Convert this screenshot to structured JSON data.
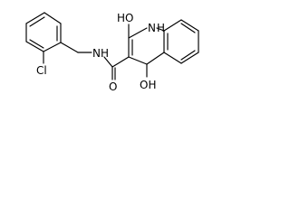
{
  "molecule": {
    "atoms": {
      "cl": "Cl",
      "nh": "NH",
      "o_amide": "O",
      "oh_top": "HO",
      "n_ring": "N",
      "h_ring": "H",
      "oh_bottom": "OH"
    },
    "colors": {
      "bond": "#000000",
      "label": "#000000",
      "background": "#ffffff"
    }
  }
}
